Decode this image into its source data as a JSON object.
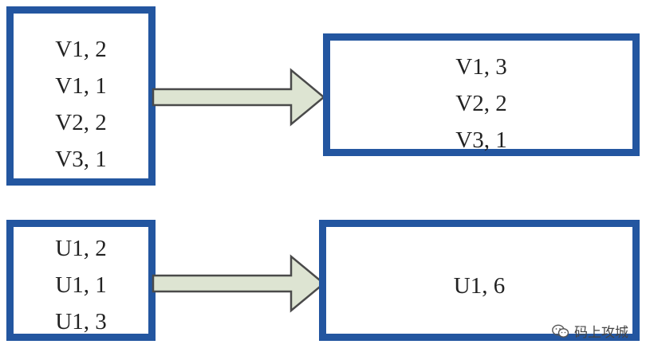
{
  "diagram": {
    "top_group": {
      "input_items": [
        "V1, 2",
        "V1, 1",
        "V2, 2",
        "V3, 1"
      ],
      "output_items": [
        "V1, 3",
        "V2, 2",
        "V3, 1"
      ]
    },
    "bottom_group": {
      "input_items": [
        "U1, 2",
        "U1, 1",
        "U1, 3"
      ],
      "output_items": [
        "U1, 6"
      ]
    },
    "colors": {
      "box_border": "#2356a0",
      "arrow_fill": "#dde4d2",
      "arrow_stroke": "#4a4a4a"
    }
  },
  "watermark": {
    "text": "码上攻城",
    "icon": "wechat-icon"
  }
}
